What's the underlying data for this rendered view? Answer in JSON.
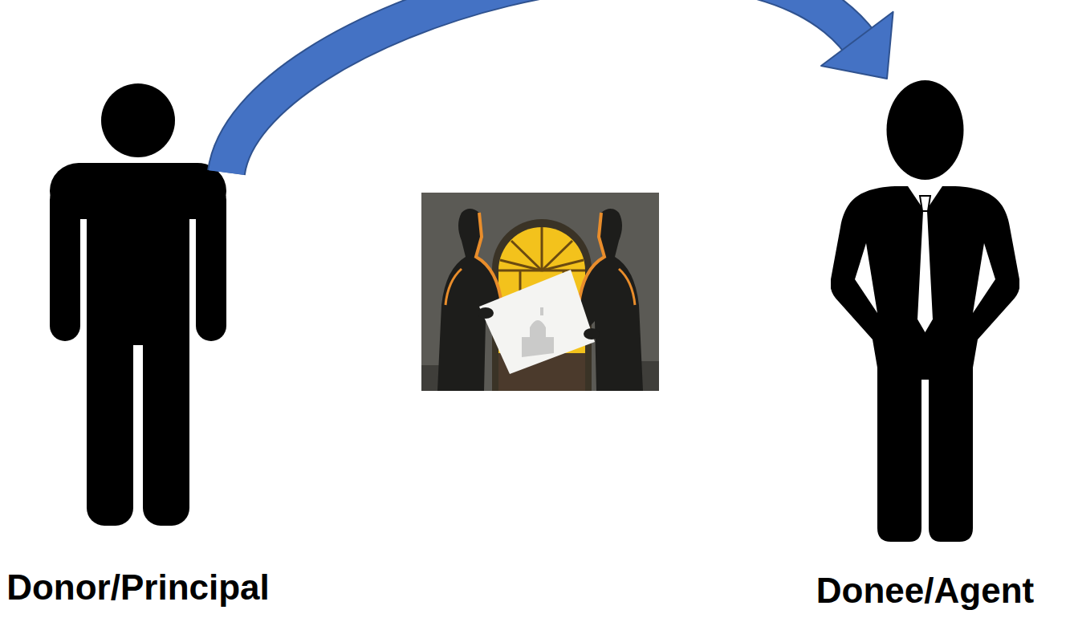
{
  "diagram": {
    "nodes": [
      {
        "text": [
          "Donor/Principal"
        ]
      },
      {
        "text": [
          "Donee/Agent"
        ]
      }
    ],
    "edges": [
      {
        "from": 0,
        "to": 1,
        "arrow": "to"
      }
    ]
  }
}
